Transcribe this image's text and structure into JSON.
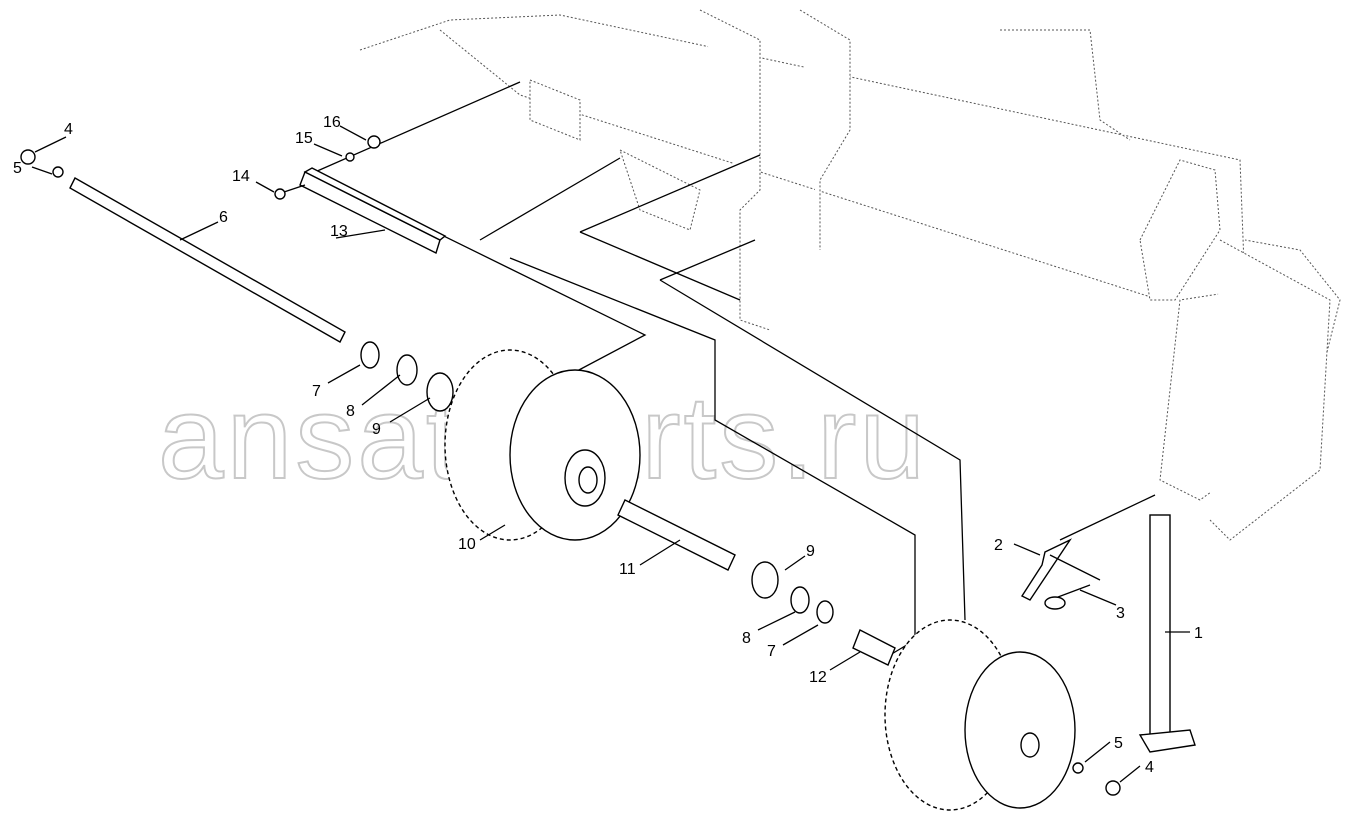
{
  "watermark": "ansat-parts.ru",
  "callouts": {
    "c1": "1",
    "c2": "2",
    "c3": "3",
    "c4a": "4",
    "c4b": "4",
    "c5a": "5",
    "c5b": "5",
    "c6": "6",
    "c7a": "7",
    "c7b": "7",
    "c8a": "8",
    "c8b": "8",
    "c9a": "9",
    "c9b": "9",
    "c10": "10",
    "c11": "11",
    "c12": "12",
    "c13": "13",
    "c14": "14",
    "c15": "15",
    "c16": "16"
  }
}
